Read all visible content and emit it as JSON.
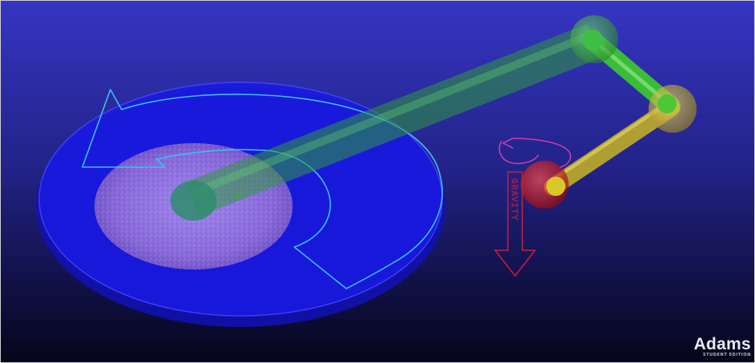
{
  "viewport": {
    "background_top": "#3535c2",
    "background_bottom": "#05051a"
  },
  "scene": {
    "turntable_color": "#1a1ae0",
    "hub_color": "#8c6fe0",
    "motion_arrow_color": "#3dbdf5",
    "link_colors": {
      "crank": "#2e9a3e",
      "coupler": "#3dcc2e",
      "rocker": "#c8b422"
    },
    "joint_colors": {
      "top": "#3dbf44",
      "right": "#c9b02a",
      "ground": "#e01818"
    },
    "torque_marker_color": "#c43ca8",
    "gravity": {
      "label": "GRAVITY",
      "color": "#c81e3c"
    }
  },
  "brand": {
    "name": "Adams",
    "edition": "STUDENT EDITION"
  }
}
